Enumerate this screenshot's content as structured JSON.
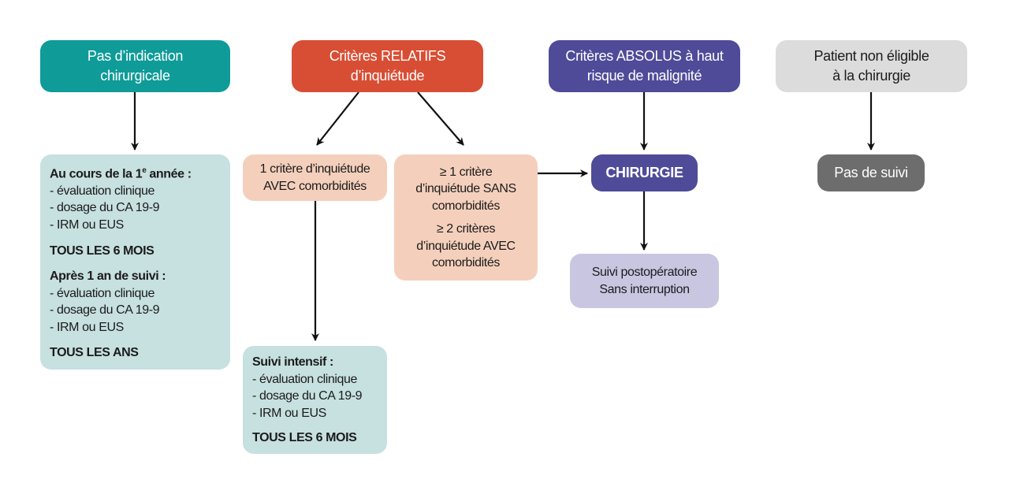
{
  "colors": {
    "teal": "#0f9b98",
    "orange": "#d84e34",
    "purple": "#4f4b99",
    "light_gray": "#dcdcdc",
    "dark_gray": "#6d6d6d",
    "pale_teal": "#c7e0e0",
    "peach": "#f4d0bc",
    "lavender": "#c9c6e2"
  },
  "top": {
    "no_indication": "Pas d’indication chirurgicale",
    "relative_line1": "Critères RELATIFS",
    "relative_line2": "d’inquiétude",
    "absolute_line1": "Critères ABSOLUS à haut",
    "absolute_line2": "risque de malignité",
    "not_eligible_line1": "Patient non éligible",
    "not_eligible_line2": "à la chirurgie"
  },
  "followup_box": {
    "first_year_title": "Au cours de la 1",
    "first_year_sup": "e",
    "first_year_suffix": " année :",
    "items1": [
      "- évaluation clinique",
      "- dosage du CA 19-9",
      "- IRM ou EUS"
    ],
    "freq1": "TOUS LES 6 MOIS",
    "after_title": "Après 1 an de suivi :",
    "items2": [
      "- évaluation clinique",
      "- dosage du CA 19-9",
      "- IRM ou EUS"
    ],
    "freq2": "TOUS LES ANS"
  },
  "one_criterion": {
    "line1": "1 critère d’inquiétude",
    "line2": "AVEC comorbidités"
  },
  "multi_criteria": {
    "a1": "≥ 1 critère",
    "a2": "d’inquiétude SANS",
    "a3": "comorbidités",
    "b1": "≥ 2 critères",
    "b2": "d’inquiétude AVEC",
    "b3": "comorbidités"
  },
  "surgery": "CHIRURGIE",
  "no_followup": "Pas de suivi",
  "postop": {
    "line1": "Suivi postopératoire",
    "line2": "Sans interruption"
  },
  "intensive": {
    "title": "Suivi intensif :",
    "items": [
      "- évaluation clinique",
      "- dosage du CA 19-9",
      "- IRM ou EUS"
    ],
    "freq": "TOUS LES 6 MOIS"
  }
}
